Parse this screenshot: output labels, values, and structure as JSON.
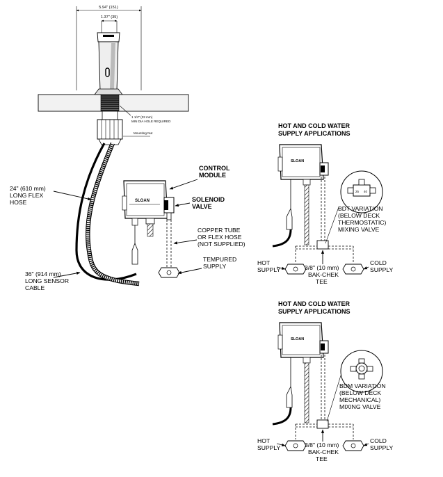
{
  "dimensions": {
    "overall_width": "5.94\" (151)",
    "spout_width": "1.37\" (35)",
    "hole": [
      "1 1/4\" (32 mm)",
      "MIN DIA HOLE REQUIRED"
    ],
    "mounting_nut": "Mounting Nut"
  },
  "main_labels": {
    "control_module": [
      "CONTROL",
      "MODULE"
    ],
    "solenoid_valve": [
      "SOLENOID",
      "VALVE"
    ],
    "flex_hose": [
      "24\" (610 mm)",
      "LONG FLEX",
      "HOSE"
    ],
    "copper_tube": [
      "COPPER TUBE",
      "OR FLEX HOSE",
      "(NOT SUPPLIED)"
    ],
    "tempured_supply": [
      "TEMPURED",
      "SUPPLY"
    ],
    "sensor_cable": [
      "36\" (914 mm)",
      "LONG SENSOR",
      "CABLE"
    ]
  },
  "brand": "SLOAN",
  "applications": [
    {
      "title": [
        "HOT AND COLD WATER",
        "SUPPLY APPLICATIONS"
      ],
      "variation": [
        "BDT VARIATION",
        "(BELOW DECK",
        "THERMOSTATIC)",
        "MIXING VALVE"
      ],
      "valve_marks": [
        "25",
        "40"
      ],
      "hot": [
        "HOT",
        "SUPPLY"
      ],
      "cold": [
        "COLD",
        "SUPPLY"
      ],
      "tee": [
        "3/8\" (10 mm)",
        "BAK-CHEK",
        "TEE"
      ]
    },
    {
      "title": [
        "HOT AND COLD WATER",
        "SUPPLY APPLICATIONS"
      ],
      "variation": [
        "BDM VARIATION",
        "(BELOW DECK",
        "MECHANICAL)",
        "MIXING VALVE"
      ],
      "valve_marks": [],
      "hot": [
        "HOT",
        "SUPPLY"
      ],
      "cold": [
        "COLD",
        "SUPPLY"
      ],
      "tee": [
        "3/8\" (10 mm)",
        "BAK-CHEK",
        "TEE"
      ]
    }
  ]
}
